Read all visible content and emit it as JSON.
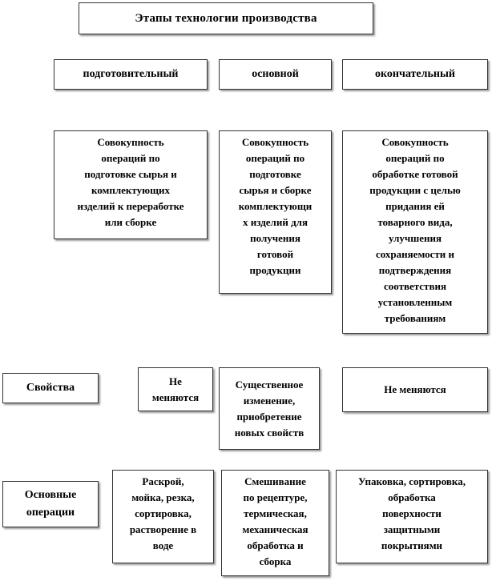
{
  "title": "Этапы технологии производства",
  "stages": [
    "подготовительный",
    "основной",
    "окончательный"
  ],
  "descriptions": [
    "Совокупность\nопераций  по\nподготовке сырья и\nкомплектующих\nизделий  к переработке\nили  сборке",
    "Совокупность\nопераций  по\nподготовке\nсырья и сборке\nкомплектующи\nх изделий  для\nполучения\nготовой\nпродукции",
    "Совокупность\nопераций  по\nобработке готовой\nпродукции  с целью\nпридания  ей\nтоварного вида,\nулучшения\nсохраняемости  и\nподтверждения\nсоответствия\nустановленным\nтребованиям"
  ],
  "properties": {
    "label": "Свойства",
    "values": [
      "Не\nменяются",
      "Существенное\nизменение,\nприобретение\nновых  свойств",
      "Не меняются"
    ]
  },
  "operations": {
    "label": "Основные\nоперации",
    "values": [
      "Раскрой,\nмойка,  резка,\nсортировка,\nрастворение  в\nводе",
      "Смешивание\nпо рецептуре,\nтермическая,\nмеханическая\nобработка и\nсборка",
      "Упаковка,  сортировка,\nобработка\nповерхности\nзащитными\nпокрытиями"
    ]
  }
}
